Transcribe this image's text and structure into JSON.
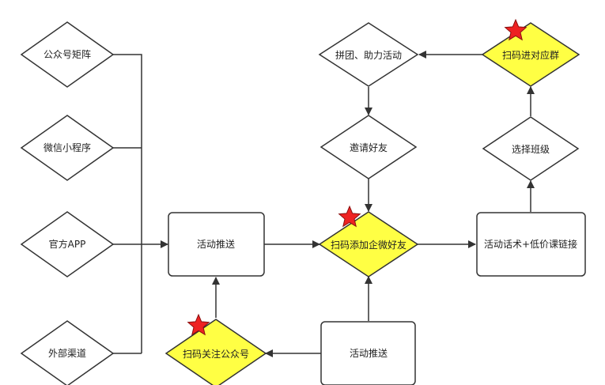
{
  "colors": {
    "stroke": "#333333",
    "highlight_fill": "#ffff44",
    "plain_fill": "#ffffff",
    "star_fill": "#ee2222",
    "star_stroke": "#8a1010",
    "background": "#ffffff"
  },
  "nodes": {
    "gzh_matrix": {
      "label": "公众号矩阵",
      "shape": "diamond",
      "highlight": false
    },
    "mini_program": {
      "label": "微信小程序",
      "shape": "diamond",
      "highlight": false
    },
    "official_app": {
      "label": "官方APP",
      "shape": "diamond",
      "highlight": false
    },
    "external_channel": {
      "label": "外部渠道",
      "shape": "diamond",
      "highlight": false
    },
    "activity_push_main": {
      "label": "活动推送",
      "shape": "rect"
    },
    "scan_follow_gzh": {
      "label": "扫码关注公众号",
      "shape": "diamond",
      "highlight": true,
      "star": true
    },
    "activity_push_lower": {
      "label": "活动推送",
      "shape": "rect"
    },
    "scan_add_wecom": {
      "label": "扫码添加企微好友",
      "shape": "diamond",
      "highlight": true,
      "star": true
    },
    "invite_friends": {
      "label": "邀请好友",
      "shape": "diamond",
      "highlight": false
    },
    "group_help_activity": {
      "label": "拼团、助力活动",
      "shape": "diamond",
      "highlight": false
    },
    "scan_join_group": {
      "label": "扫码进对应群",
      "shape": "diamond",
      "highlight": true,
      "star": true
    },
    "choose_class": {
      "label": "选择班级",
      "shape": "diamond",
      "highlight": false
    },
    "pitch_low_price": {
      "label": "活动话术+低价课链接",
      "shape": "rect"
    }
  }
}
